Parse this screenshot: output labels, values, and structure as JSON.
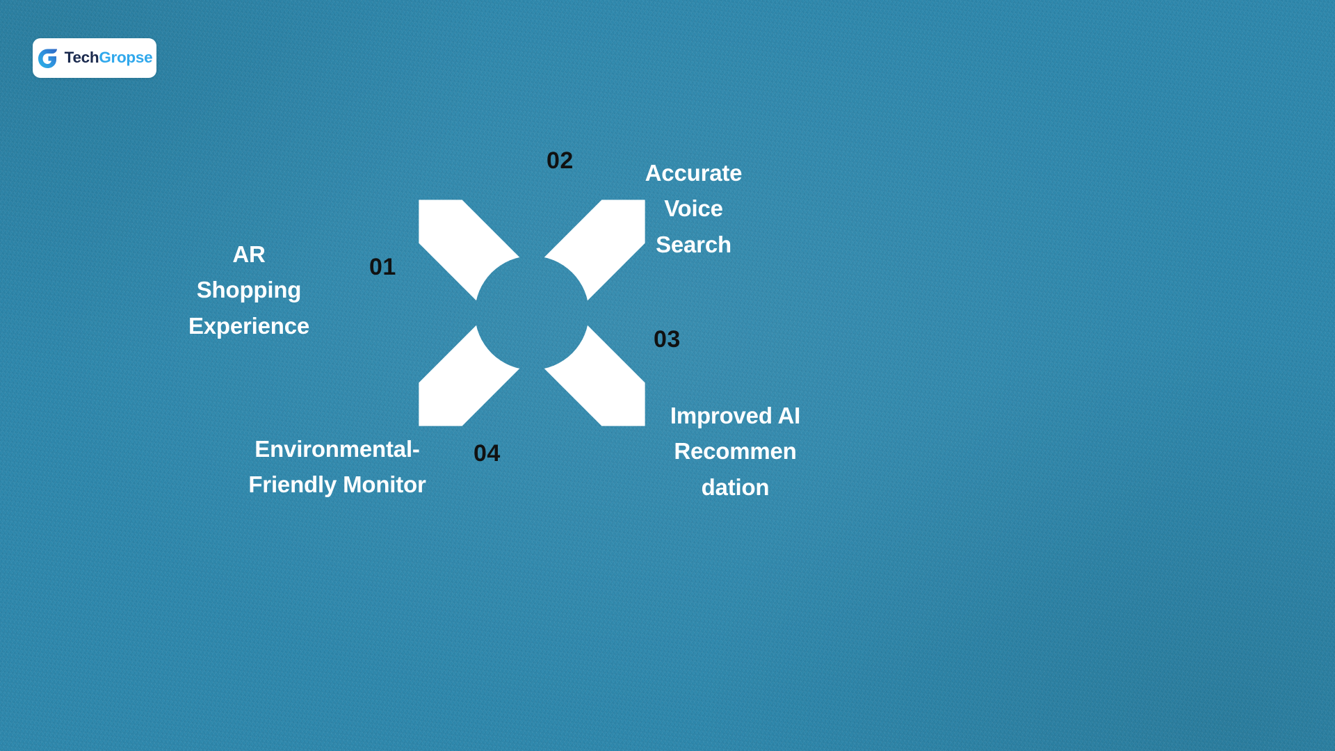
{
  "background": {
    "color": "#2d88ad",
    "texture": "felt-paper-texture"
  },
  "logo": {
    "name": "TechGropse",
    "mark_icon": "techgropse-g-icon",
    "text_part1": "Tech",
    "text_part2": "Gropse",
    "color_part1": "#1b2a4e",
    "color_part2": "#30a8ec",
    "card_background": "#ffffff"
  },
  "diagram": {
    "type": "pinwheel-four-arrow",
    "arrow_color": "#ffffff",
    "number_color": "#111111",
    "label_color": "#ffffff",
    "hub_color": "#2d88ad",
    "steps": [
      {
        "number": "01",
        "label": "AR\nShopping\nExperience",
        "position": "left"
      },
      {
        "number": "02",
        "label": "Accurate\nVoice\nSearch",
        "position": "top-right"
      },
      {
        "number": "03",
        "label": "Improved AI\nRecommen\ndation",
        "position": "right"
      },
      {
        "number": "04",
        "label": "Environmental-\nFriendly Monitor",
        "position": "bottom-left"
      }
    ]
  }
}
